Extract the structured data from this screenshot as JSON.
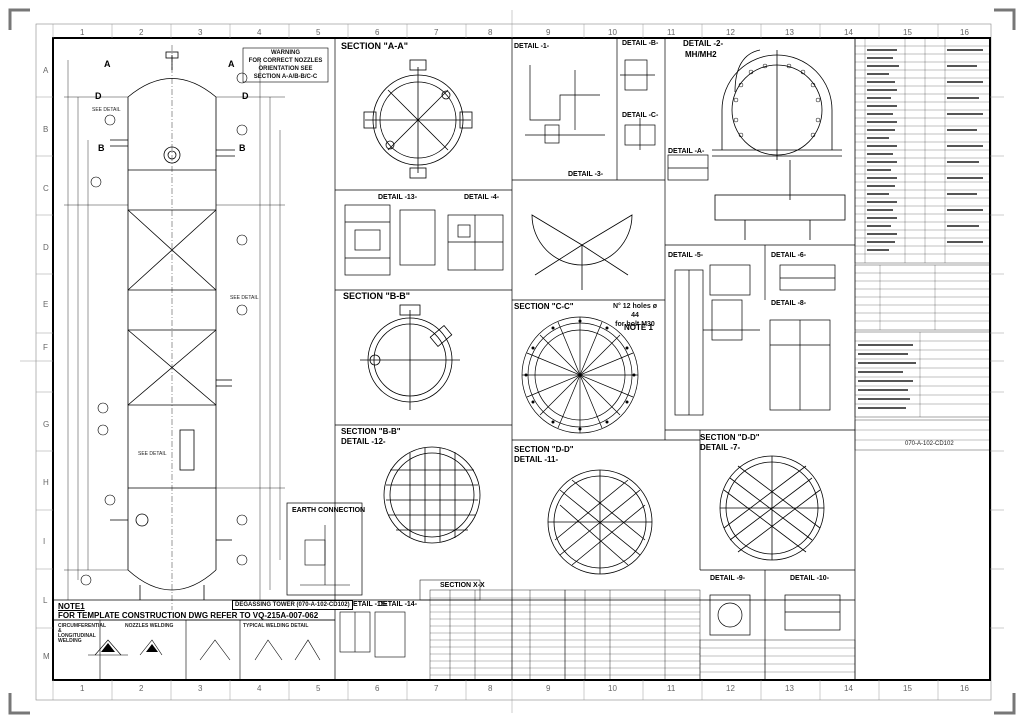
{
  "drawing": {
    "warning_lines": [
      "WARNING",
      "FOR CORRECT NOZZLES",
      "ORIENTATION SEE",
      "SECTION A-A/B-B/C-C"
    ],
    "earth_connection": "EARTH CONNECTION",
    "note_label": "NOTE1",
    "note_text": "FOR TEMPLATE CONSTRUCTION DWG REFER TO VQ-215A-007-062",
    "degassing_tower": "DEGASSING TOWER (070-A-102-CD102)",
    "holes_note_line1": "N° 12 holes ø 44",
    "holes_note_line2": "for bolt M30",
    "note_1": "NOTE 1",
    "section_x_x": "SECTION X-X"
  },
  "sections": {
    "a_a": "SECTION \"A-A\"",
    "b_b": "SECTION \"B-B\"",
    "c_c": "SECTION \"C-C\"",
    "b_b_2": "SECTION \"B-B\"",
    "d_d": "SECTION \"D-D\"",
    "d_d_2": "SECTION \"D-D\""
  },
  "details": {
    "d1": "DETAIL -1-",
    "d2": "DETAIL -2-",
    "mh": "MH/MH2",
    "d3": "DETAIL -3-",
    "d4": "DETAIL -4-",
    "d5": "DETAIL -5-",
    "d6": "DETAIL -6-",
    "d7": "DETAIL -7-",
    "d8": "DETAIL -8-",
    "d9": "DETAIL -9-",
    "d10": "DETAIL -10-",
    "d11": "DETAIL -11-",
    "d12": "DETAIL -12-",
    "d13": "DETAIL -13-",
    "d14": "DETAIL -14-",
    "d15": "DETAIL -15-",
    "db": "DETAIL -B-",
    "dc": "DETAIL -C-",
    "da": "DETAIL -A-"
  },
  "grid": {
    "columns": [
      "1",
      "2",
      "3",
      "4",
      "5",
      "6",
      "7",
      "8",
      "9",
      "10",
      "11",
      "12",
      "13",
      "14",
      "15",
      "16"
    ],
    "rows": [
      "A",
      "B",
      "C",
      "D",
      "E",
      "F",
      "G",
      "H",
      "I",
      "L",
      "M"
    ]
  },
  "views": {
    "view_a": "A",
    "view_b": "B",
    "view_d": "D",
    "see_detail": "SEE DETAIL"
  },
  "welding": {
    "w1": "CIRCUMFERENTIAL & LONGITUDINAL WELDING",
    "w2": "NOZZLES WELDING",
    "w3": "TYPICAL WELDING DETAIL"
  },
  "title_block": {
    "document_number": "070-A-102-CD102"
  }
}
